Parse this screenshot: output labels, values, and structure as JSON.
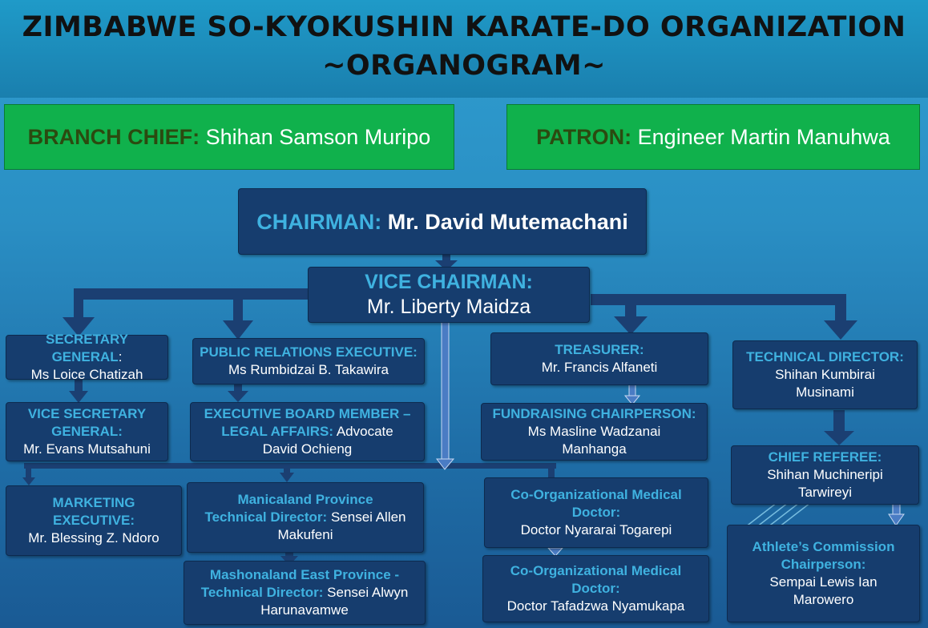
{
  "title": {
    "line1": "ZIMBABWE SO-KYOKUSHIN KARATE-DO ORGANIZATION",
    "line2": "~ORGANOGRAM~"
  },
  "branch_chief": {
    "role": "BRANCH CHIEF:",
    "name": " Shihan Samson Muripo"
  },
  "patron": {
    "role": "PATRON:",
    "name": " Engineer Martin Manuhwa"
  },
  "chairman": {
    "role": "CHAIRMAN:",
    "name": " Mr. David Mutemachani"
  },
  "vice_chairman": {
    "role": "VICE CHAIRMAN:",
    "name": "Mr. Liberty Maidza"
  },
  "secretary_general": {
    "role": "SECRETARY GENERAL",
    "colon": ":",
    "name": "Ms Loice Chatizah"
  },
  "vice_secretary_general": {
    "role1": "VICE SECRETARY",
    "role2": "GENERAL:",
    "name": "Mr. Evans Mutsahuni"
  },
  "pr_executive": {
    "role": "PUBLIC RELATIONS EXECUTIVE:",
    "name": "Ms Rumbidzai B. Takawira"
  },
  "exec_board_legal": {
    "role1": "EXECUTIVE BOARD MEMBER –",
    "role2": "LEGAL AFFAIRS:",
    "name1": " Advocate",
    "name2": "David Ochieng"
  },
  "treasurer": {
    "role": "TREASURER:",
    "name": "Mr. Francis Alfaneti"
  },
  "fundraising": {
    "role": "FUNDRAISING CHAIRPERSON:",
    "name1": "Ms Masline Wadzanai",
    "name2": "Manhanga"
  },
  "technical_director": {
    "role": "TECHNICAL DIRECTOR:",
    "name1": "Shihan Kumbirai",
    "name2": "Musinami"
  },
  "chief_referee": {
    "role": "CHIEF REFEREE:",
    "name1": "Shihan Muchineripi",
    "name2": "Tarwireyi"
  },
  "athletes_commission": {
    "role1": "Athlete’s Commission",
    "role2": "Chairperson:",
    "name1": "Sempai Lewis Ian",
    "name2": "Marowero"
  },
  "marketing": {
    "role": "MARKETING EXECUTIVE:",
    "name": "Mr. Blessing Z. Ndoro"
  },
  "manicaland": {
    "role1": "Manicaland Province",
    "role2": "Technical Director:",
    "name1": " Sensei Allen",
    "name2": "Makufeni"
  },
  "mashonaland": {
    "role1": "Mashonaland East Province -",
    "role2": "Technical Director:",
    "name1": " Sensei Alwyn",
    "name2": "Harunavamwe"
  },
  "medical_1": {
    "role1": "Co-Organizational Medical",
    "role2": "Doctor:",
    "name": "Doctor Nyararai Togarepi"
  },
  "medical_2": {
    "role1": "Co-Organizational Medical",
    "role2": "Doctor:",
    "name": "Doctor Tafadzwa Nyamukapa"
  },
  "colors": {
    "box_fill": "#163d6e",
    "role_text": "#3fb2e0",
    "green_box": "#10b14c",
    "green_role": "#2b4a10",
    "connector": "#1b3f72",
    "arrow_light": "#4a7cc4"
  }
}
